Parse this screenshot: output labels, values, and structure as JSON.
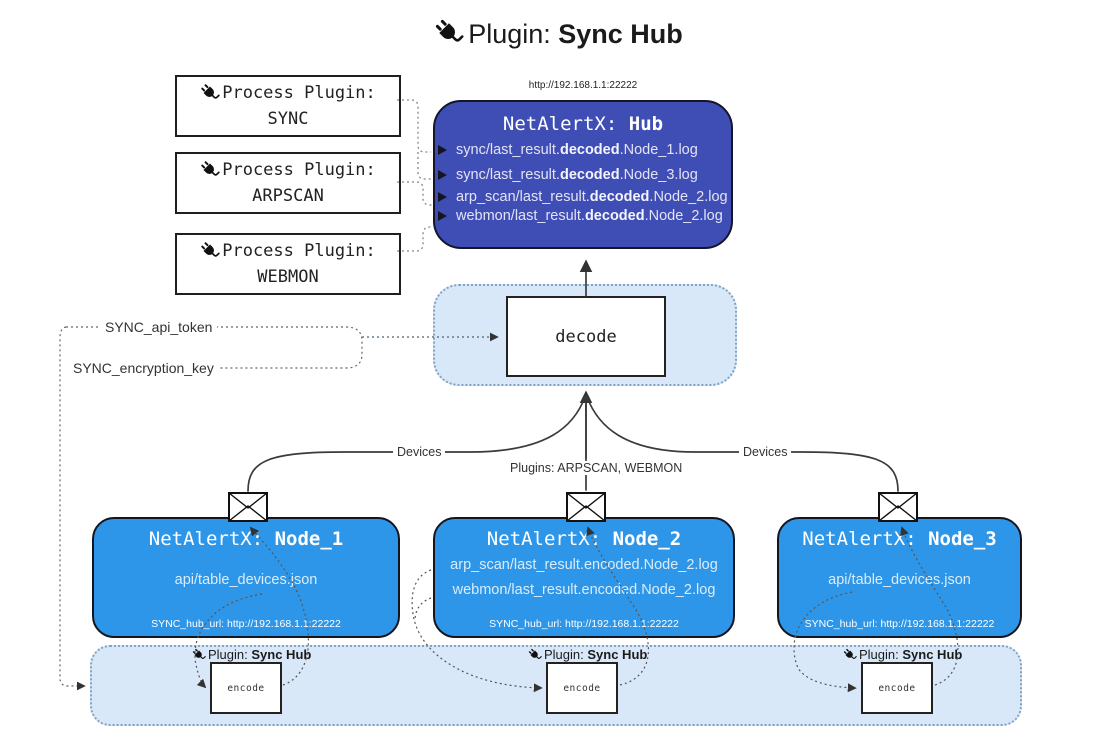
{
  "colors": {
    "hub_bg": "#3f4eb5",
    "node_bg": "#2e96e8",
    "panel_bg": "#d9e8f8",
    "panel_border": "#7fa3c4"
  },
  "title": {
    "prefix": "Plugin:",
    "name": "Sync Hub"
  },
  "hub": {
    "url": "http://192.168.1.1:22222",
    "title_prefix": "NetAlertX:",
    "title_name": "Hub",
    "files": [
      {
        "pre": "sync/last_result.",
        "bold": "decoded",
        "post": ".Node_1.log"
      },
      {
        "pre": "sync/last_result.",
        "bold": "decoded",
        "post": ".Node_3.log"
      },
      {
        "pre": "arp_scan/last_result.",
        "bold": "decoded",
        "post": ".Node_2.log"
      },
      {
        "pre": "webmon/last_result.",
        "bold": "decoded",
        "post": ".Node_2.log"
      }
    ]
  },
  "process_plugins": [
    {
      "label": "Process Plugin:",
      "name": "SYNC"
    },
    {
      "label": "Process Plugin:",
      "name": "ARPSCAN"
    },
    {
      "label": "Process Plugin:",
      "name": "WEBMON"
    }
  ],
  "decode": {
    "label": "decode"
  },
  "settings": {
    "api_token": "SYNC_api_token",
    "encryption_key": "SYNC_encryption_key"
  },
  "edge_labels": {
    "devices_left": "Devices",
    "devices_right": "Devices",
    "plugins_mid": "Plugins: ARPSCAN, WEBMON"
  },
  "nodes": [
    {
      "title_prefix": "NetAlertX:",
      "title_name": "Node_1",
      "files": [
        "api/table_devices.json"
      ],
      "hub_url_label": "SYNC_hub_url: http://192.168.1.1:22222"
    },
    {
      "title_prefix": "NetAlertX:",
      "title_name": "Node_2",
      "files": [
        "arp_scan/last_result.encoded.Node_2.log",
        "webmon/last_result.encoded.Node_2.log"
      ],
      "hub_url_label": "SYNC_hub_url: http://192.168.1.1:22222"
    },
    {
      "title_prefix": "NetAlertX:",
      "title_name": "Node_3",
      "files": [
        "api/table_devices.json"
      ],
      "hub_url_label": "SYNC_hub_url: http://192.168.1.1:22222"
    }
  ],
  "encoders": [
    {
      "label_prefix": "Plugin:",
      "label_name": "Sync Hub",
      "box_label": "encode"
    },
    {
      "label_prefix": "Plugin:",
      "label_name": "Sync Hub",
      "box_label": "encode"
    },
    {
      "label_prefix": "Plugin:",
      "label_name": "Sync Hub",
      "box_label": "encode"
    }
  ]
}
